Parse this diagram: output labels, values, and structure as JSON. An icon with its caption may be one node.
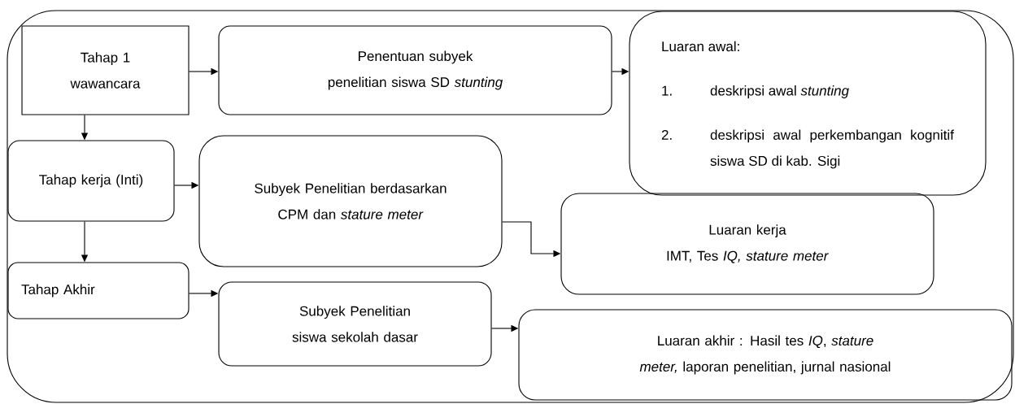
{
  "diagram": {
    "nodes": [
      {
        "text": [
          "Tahap 1 wawancara"
        ]
      },
      {
        "text": [
          "Penentuan subyek penelitian siswa SD *stunting*"
        ]
      },
      {
        "text": [
          "Luaran awal:",
          "1.",
          "deskripsi awal *stunting*",
          "2.",
          "deskripsi awal perkembangan kognitif siswa SD di kab. Sigi"
        ]
      },
      {
        "text": [
          "Tahap kerja (Inti)"
        ]
      },
      {
        "text": [
          "Subyek Penelitian berdasarkan CPM dan *stature meter*"
        ]
      },
      {
        "text": [
          "Luaran kerja",
          "IMT, Tes *IQ, stature meter*"
        ]
      },
      {
        "text": [
          "Tahap Akhir"
        ]
      },
      {
        "text": [
          "Subyek Penelitian siswa sekolah dasar"
        ]
      },
      {
        "text": [
          "Luaran akhir : Hasil tes *IQ*, *stature meter,* laporan penelitian, jurnal nasional"
        ]
      }
    ],
    "edges": [
      {
        "from": 0,
        "to": 1,
        "arrow": "to"
      },
      {
        "from": 1,
        "to": 2,
        "arrow": "to"
      },
      {
        "from": 0,
        "to": 3,
        "arrow": "to"
      },
      {
        "from": 3,
        "to": 4,
        "arrow": "to"
      },
      {
        "from": 3,
        "to": 6,
        "arrow": "to"
      },
      {
        "from": 4,
        "to": 5,
        "arrow": "to"
      },
      {
        "from": 6,
        "to": 7,
        "arrow": "to"
      },
      {
        "from": 7,
        "to": 8,
        "arrow": "to"
      }
    ]
  }
}
